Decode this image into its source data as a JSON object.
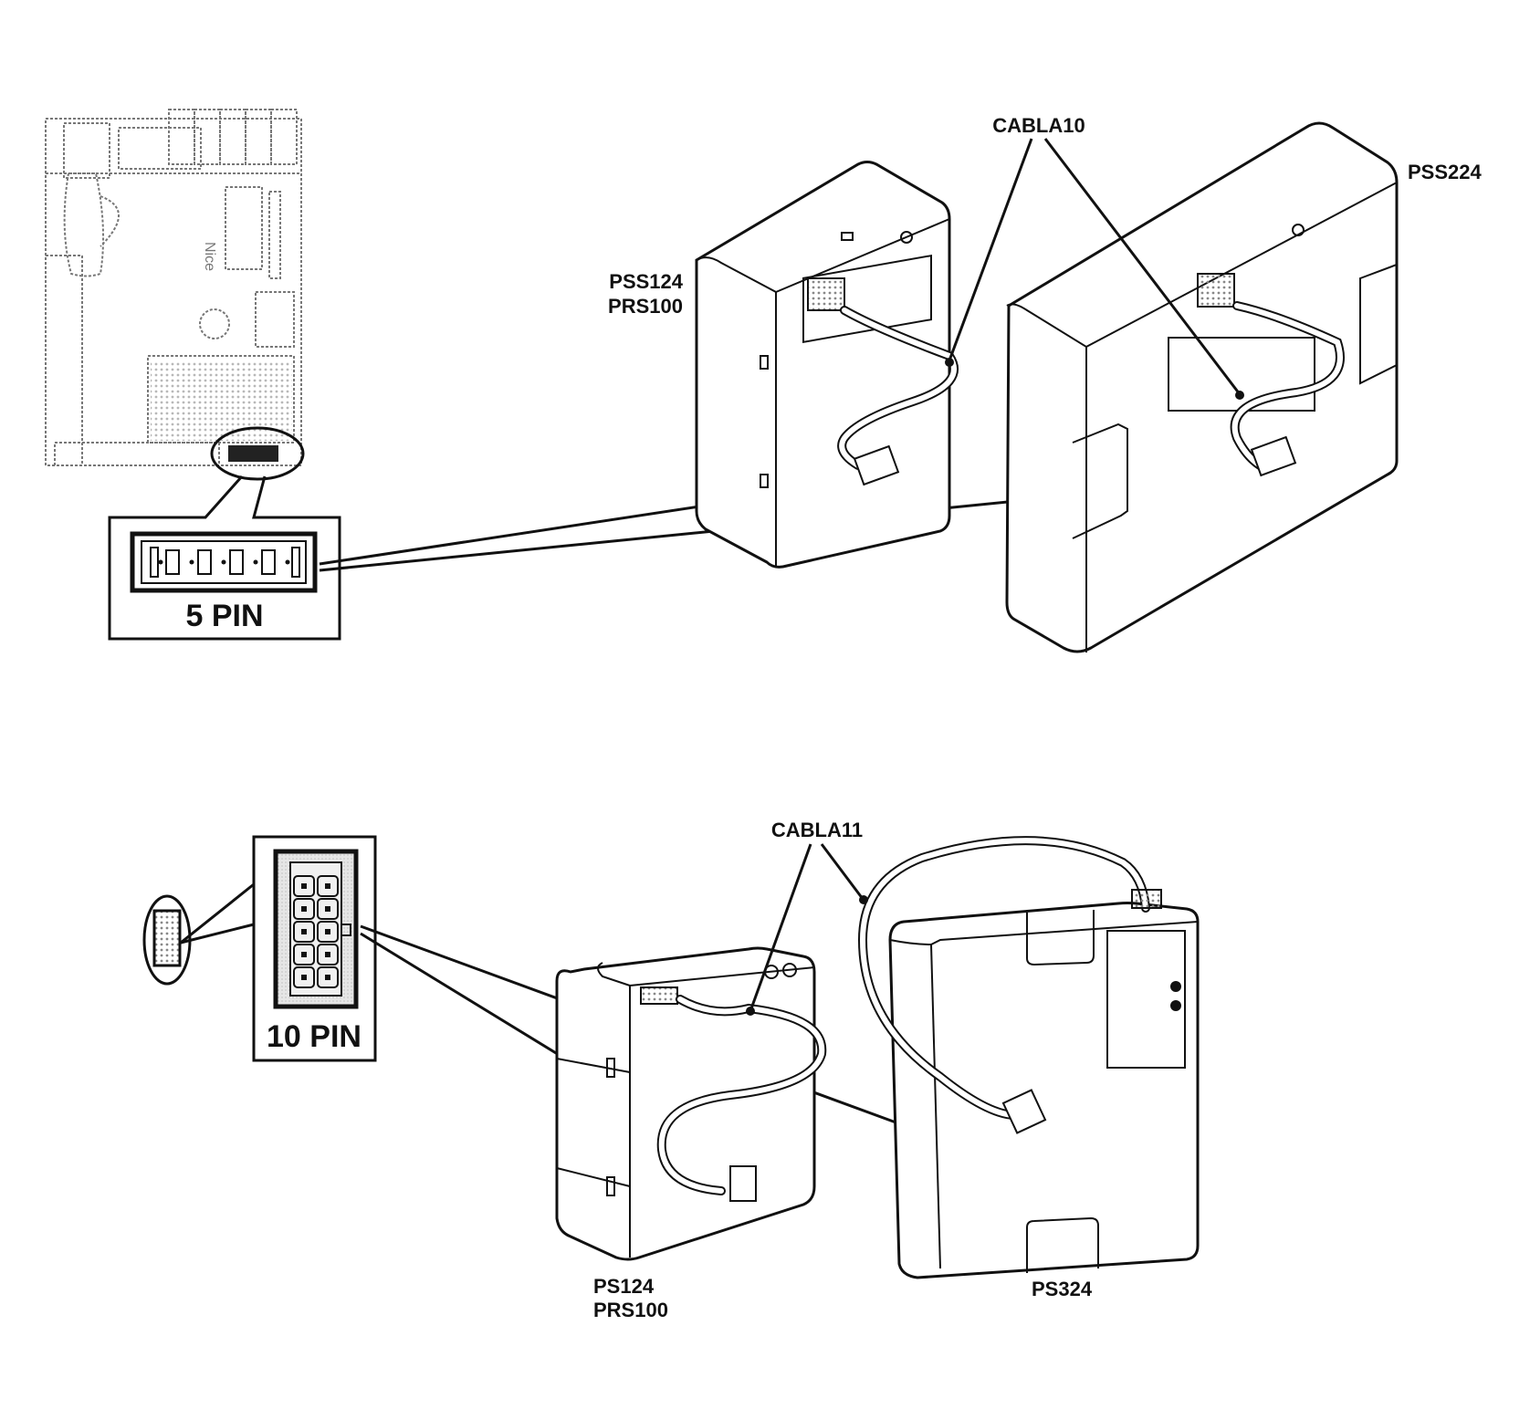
{
  "diagram": {
    "top_section": {
      "connector_label": "5 PIN",
      "cable_label": "CABLA10",
      "device_left_label_line1": "PSS124",
      "device_left_label_line2": "PRS100",
      "device_right_label": "PSS224",
      "board_label": "Nice"
    },
    "bottom_section": {
      "connector_label": "10 PIN",
      "cable_label": "CABLA11",
      "device_left_label_line1": "PS124",
      "device_left_label_line2": "PRS100",
      "device_right_label": "PS324"
    }
  }
}
